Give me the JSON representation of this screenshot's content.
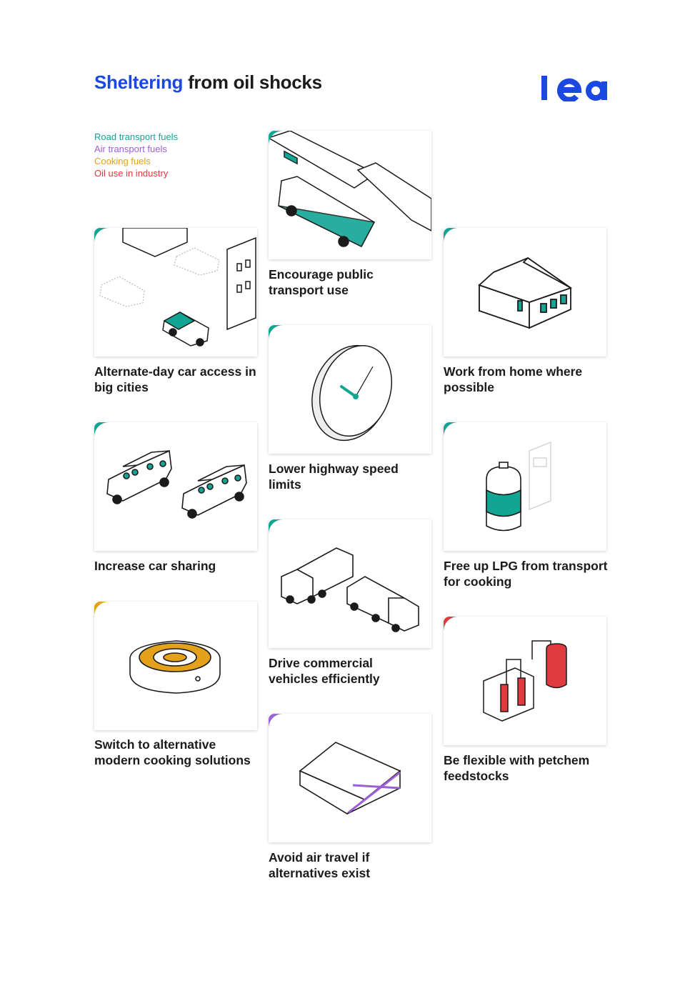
{
  "header": {
    "title_highlight": "Sheltering",
    "title_rest": "from oil shocks",
    "logo_text": "iea"
  },
  "legend": [
    {
      "label": "Road transport fuels",
      "color": "#12a594"
    },
    {
      "label": "Air transport fuels",
      "color": "#9b5fd6"
    },
    {
      "label": "Cooking fuels",
      "color": "#e3a21a"
    },
    {
      "label": "Oil use in industry",
      "color": "#e0393e"
    }
  ],
  "measures": [
    {
      "id": "public-transport",
      "caption": "Encourage public transport use",
      "category": "road",
      "icon": "train-bus-icon"
    },
    {
      "id": "alternate-day",
      "caption": "Alternate-day car access in big cities",
      "category": "road",
      "icon": "city-car-icon"
    },
    {
      "id": "work-from-home",
      "caption": "Work from home where possible",
      "category": "road",
      "icon": "house-icon"
    },
    {
      "id": "speed-limits",
      "caption": "Lower highway speed limits",
      "category": "road",
      "icon": "speedometer-icon"
    },
    {
      "id": "car-sharing",
      "caption": "Increase car sharing",
      "category": "road",
      "icon": "vans-icon"
    },
    {
      "id": "lpg",
      "caption": "Free up LPG from transport for cooking",
      "category": "road",
      "icon": "lpg-cylinder-icon"
    },
    {
      "id": "commercial-vehicles",
      "caption": "Drive commercial vehicles efficiently",
      "category": "road",
      "icon": "trucks-icon"
    },
    {
      "id": "cooking",
      "caption": "Switch to alternative modern cooking solutions",
      "category": "cooking",
      "icon": "cooktop-icon"
    },
    {
      "id": "petchem",
      "caption": "Be flexible with petchem feedstocks",
      "category": "industry",
      "icon": "petchem-icon"
    },
    {
      "id": "air-travel",
      "caption": "Avoid air travel if alternatives exist",
      "category": "air",
      "icon": "hangar-icon"
    }
  ],
  "colors": {
    "road": "#12a594",
    "air": "#9b5fd6",
    "cooking": "#e3a21a",
    "industry": "#e0393e",
    "accent_blue": "#1a48e0"
  }
}
